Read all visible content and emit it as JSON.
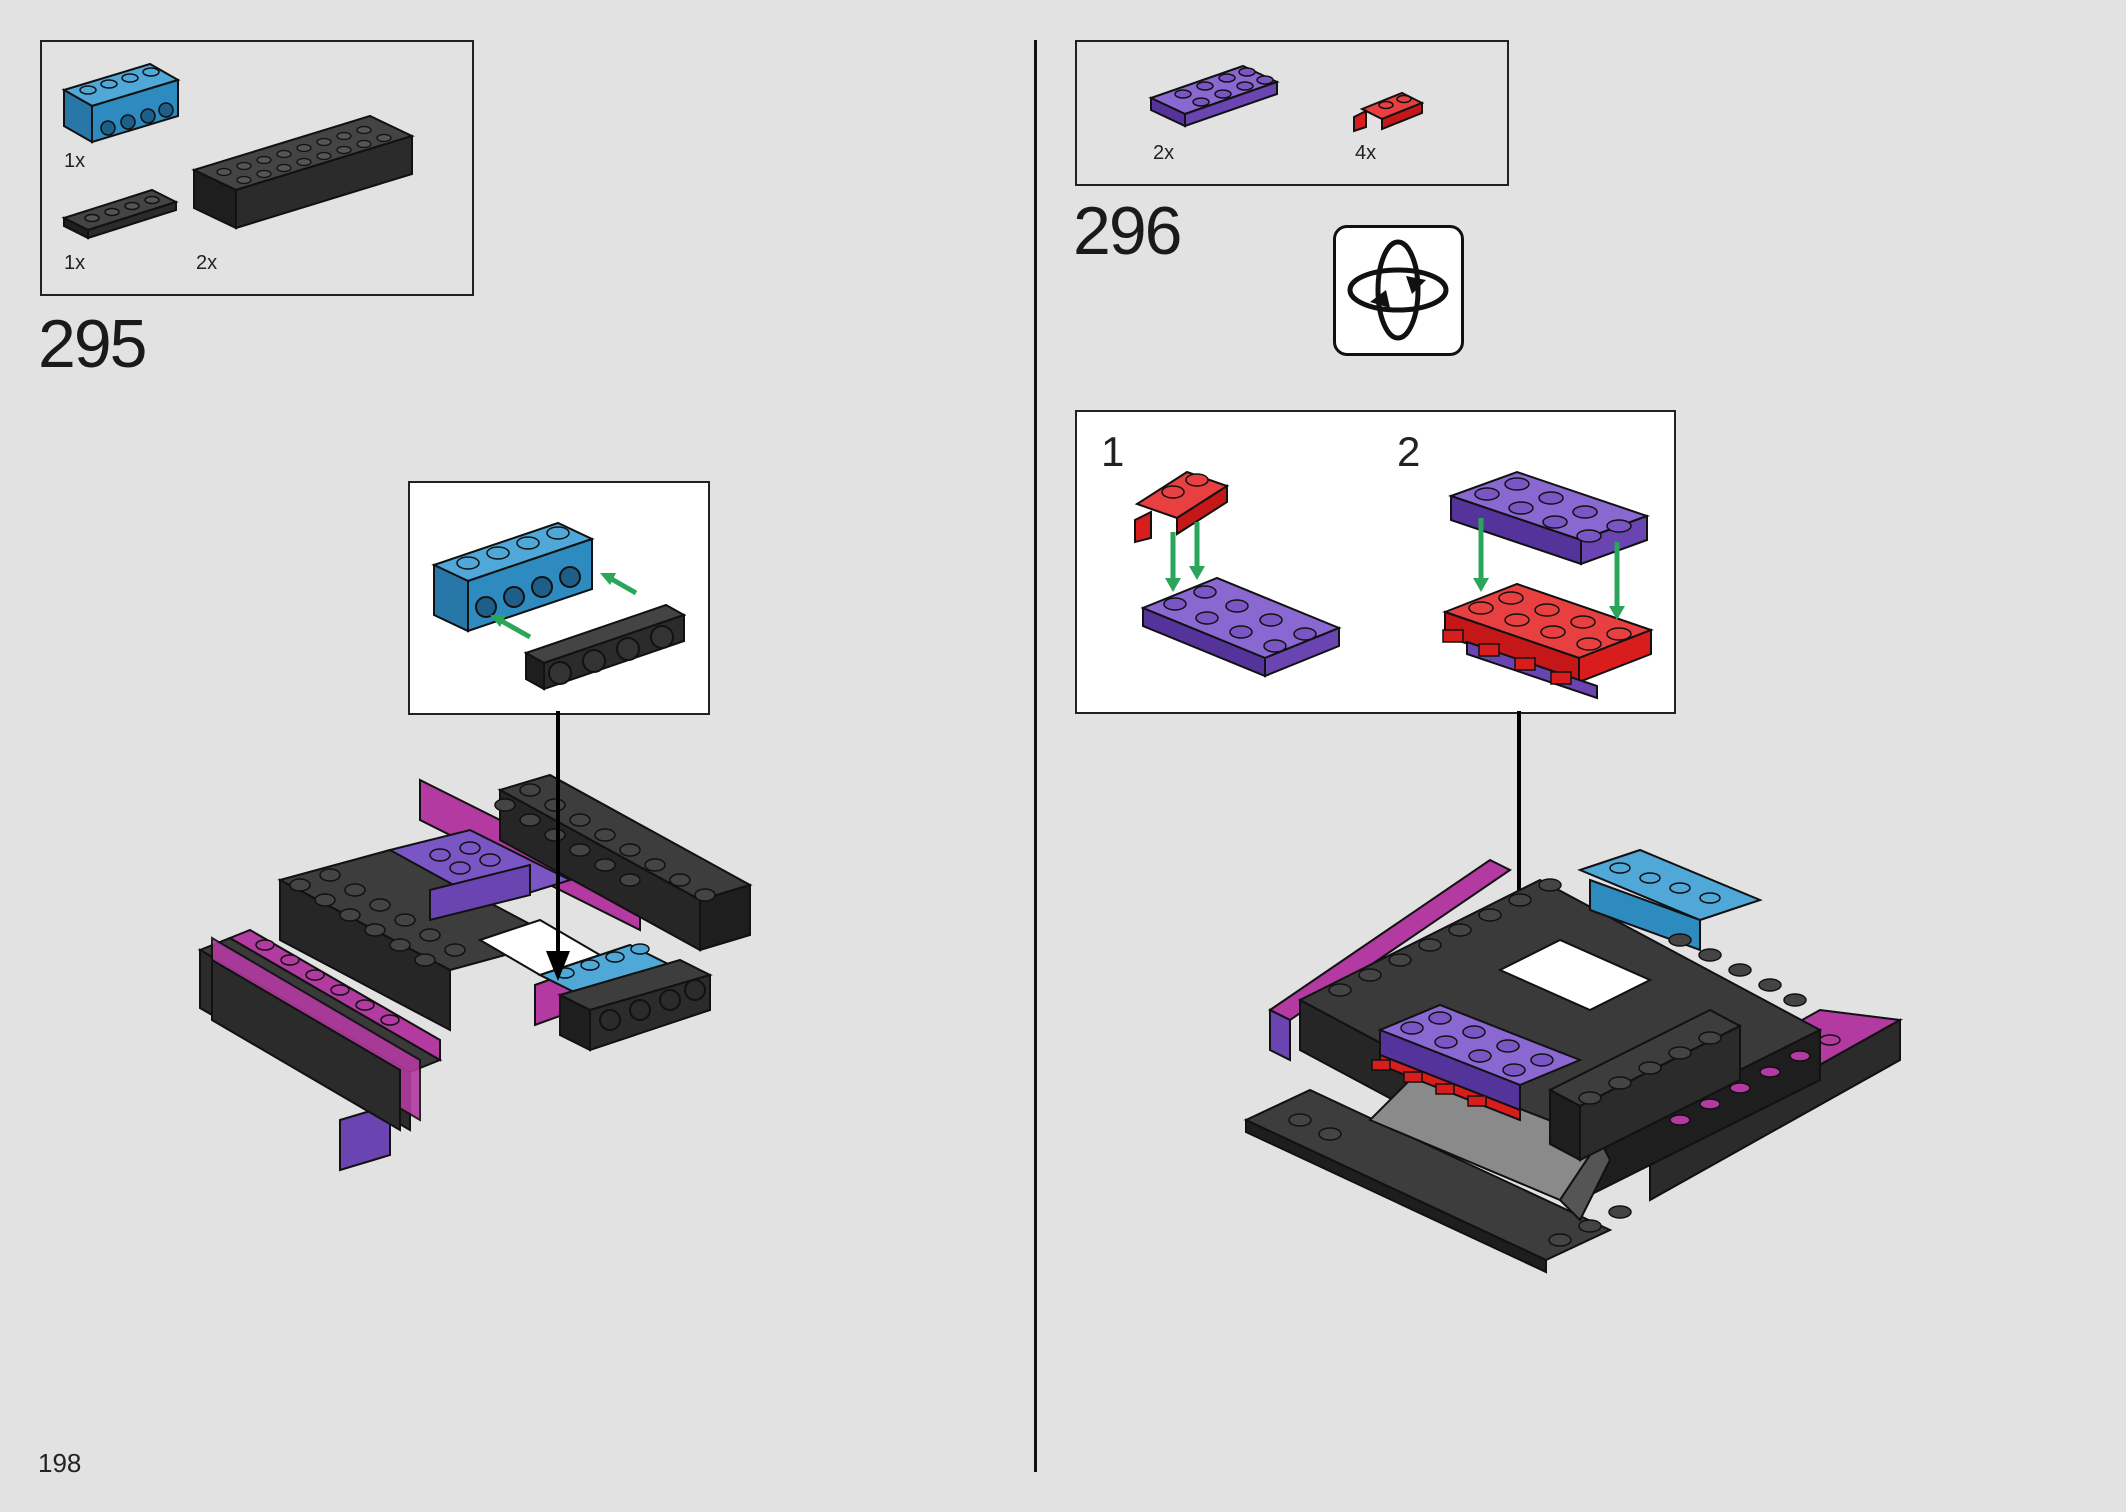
{
  "page_number": "198",
  "step_295": {
    "number": "295",
    "parts": [
      {
        "name": "blue technic brick 1x4",
        "qty": "1x",
        "color": "#2e8bc0"
      },
      {
        "name": "black plate 1x4",
        "qty": "1x",
        "color": "#2b2b2b"
      },
      {
        "name": "black brick 2x8",
        "qty": "2x",
        "color": "#2b2b2b"
      }
    ]
  },
  "step_296": {
    "number": "296",
    "parts": [
      {
        "name": "purple plate 2x4",
        "qty": "2x",
        "color": "#6a44b0"
      },
      {
        "name": "red clip plate 1x2",
        "qty": "4x",
        "color": "#d91c1c"
      }
    ],
    "substeps": [
      "1",
      "2"
    ],
    "rotate_icon": "rotate-model-icon"
  },
  "colors": {
    "background": "#e2e2e2",
    "black_brick": "#2b2b2b",
    "blue": "#2e8bc0",
    "purple": "#6a44b0",
    "magenta": "#b23aa0",
    "red": "#d91c1c",
    "arrow_green": "#2aa55a"
  }
}
